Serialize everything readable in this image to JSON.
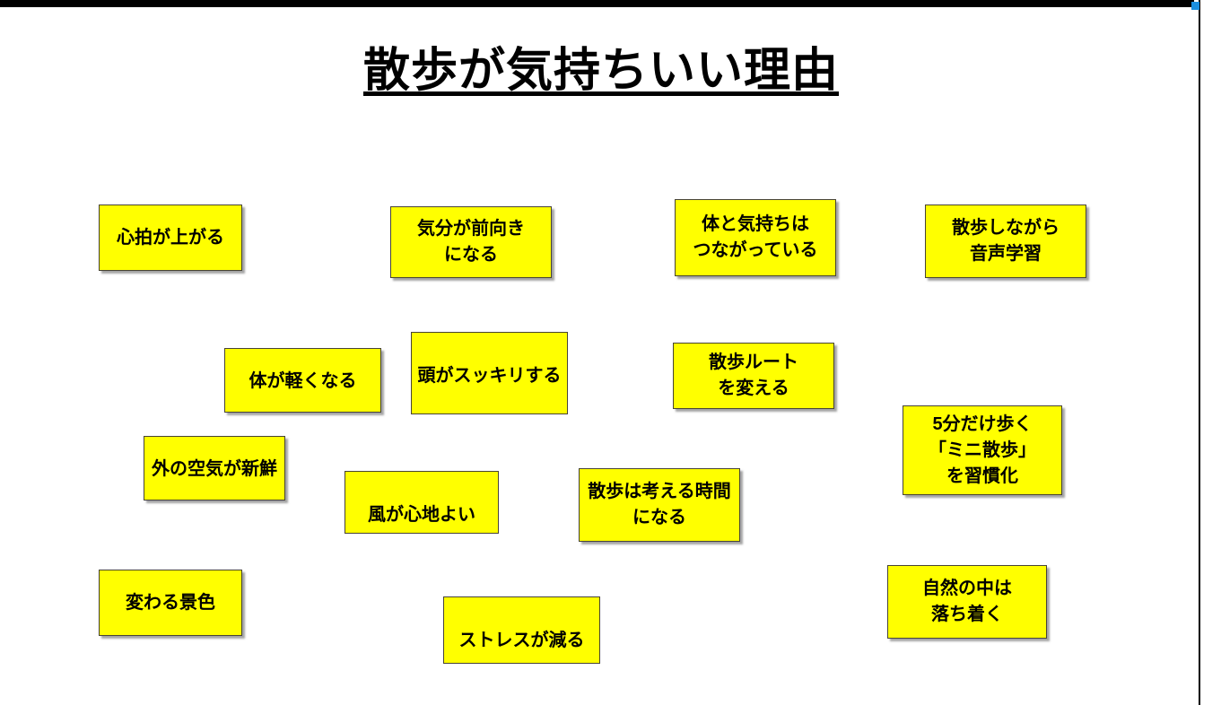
{
  "document": {
    "title": "散歩が気持ちいい理由",
    "background_color": "#ffffff",
    "frame_rule_color": "#000000",
    "corner_mark_color": "#1a8fe0"
  },
  "theme": {
    "note_fill": "#ffff00",
    "note_border": "#474336",
    "note_text_color": "#000000"
  },
  "notes": [
    {
      "id": "heart-rate",
      "text": "心拍が上がる"
    },
    {
      "id": "positive-mood",
      "text": "気分が前向き\nになる"
    },
    {
      "id": "body-and-mind",
      "text": "体と気持ちは\nつながっている"
    },
    {
      "id": "audio-learning",
      "text": "散歩しながら\n音声学習"
    },
    {
      "id": "body-feels-light",
      "text": "体が軽くなる"
    },
    {
      "id": "clear-head",
      "text": "頭がスッキリする"
    },
    {
      "id": "change-route",
      "text": "散歩ルート\nを変える"
    },
    {
      "id": "fresh-air",
      "text": "外の空気が新鮮"
    },
    {
      "id": "mini-walk-habit",
      "text": "5分だけ歩く\n「ミニ散歩」\nを習慣化"
    },
    {
      "id": "pleasant-wind",
      "text": "風が心地よい"
    },
    {
      "id": "thinking-time",
      "text": "散歩は考える時間\nになる"
    },
    {
      "id": "changing-scenery",
      "text": "変わる景色"
    },
    {
      "id": "less-stress",
      "text": "ストレスが減る"
    },
    {
      "id": "calm-in-nature",
      "text": "自然の中は\n落ち着く"
    }
  ]
}
